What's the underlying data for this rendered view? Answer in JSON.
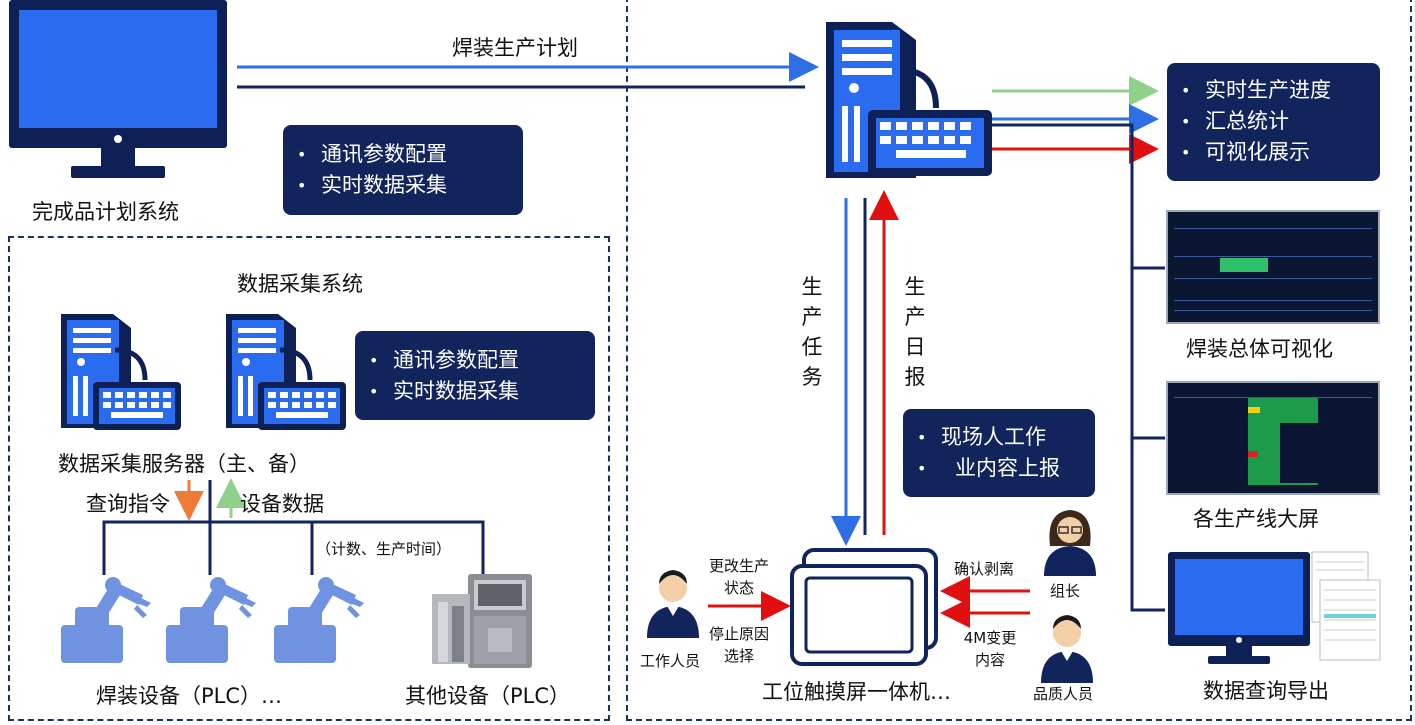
{
  "plan_system": {
    "label": "完成品计划系统"
  },
  "plan_arrow_label": "焊装生产计划",
  "comm_box_top": {
    "items": [
      "通讯参数配置",
      "实时数据采集"
    ]
  },
  "acq_system": {
    "title": "数据采集系统",
    "server_label": "数据采集服务器（主、备）",
    "box": {
      "items": [
        "通讯参数配置",
        "实时数据采集"
      ]
    },
    "query_label": "查询指令",
    "device_data_label": "设备数据",
    "count_note": "（计数、生产时间）",
    "welding_label": "焊装设备（PLC）…",
    "other_label": "其他设备（PLC）"
  },
  "right_box": {
    "items": [
      "实时生产进度",
      "汇总统计",
      "可视化展示"
    ]
  },
  "task_label": "生产任务",
  "report_label": "生产日报",
  "onsite_box": {
    "items": [
      "现场人工作",
      "业内容上报"
    ]
  },
  "workstation": {
    "label": "工位触摸屏一体机…",
    "worker_label": "工作人员",
    "change_label": "更改生产状态",
    "stop_label": "停止原因选择",
    "confirm_label": "确认剥离",
    "leader_label": "组长",
    "change4m_label": "4M变更内容",
    "quality_label": "品质人员"
  },
  "outputs": {
    "overall_vis": "焊装总体可视化",
    "line_screens": "各生产线大屏",
    "query_export": "数据查询导出"
  },
  "colors": {
    "navy": "#12245c",
    "blue": "#2f6fe6",
    "red": "#e01010",
    "green": "#8fd08a",
    "orange": "#f07a3a",
    "device": "#6f93e0"
  }
}
